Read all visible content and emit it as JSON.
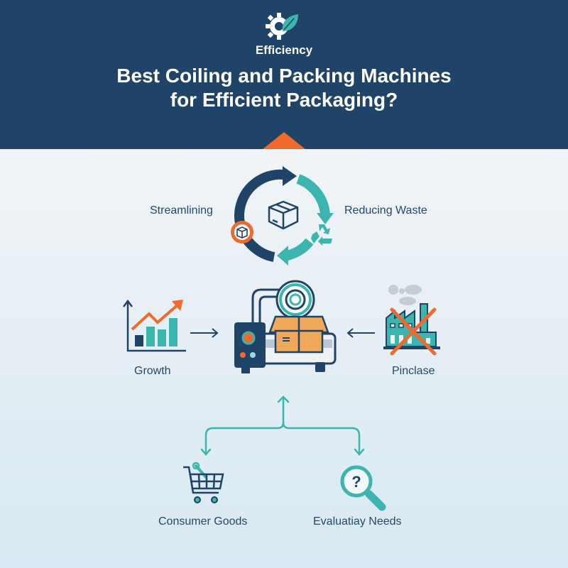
{
  "header": {
    "tag": "Efficiency",
    "title_line1": "Best Coiling and Packing Machines",
    "title_line2": "for Efficient Packaging?"
  },
  "cycle": {
    "left_label": "Streamlining",
    "right_label": "Reducing Waste"
  },
  "middle": {
    "left_label": "Growth",
    "right_label": "Pinclase"
  },
  "bottom": {
    "left_label": "Consumer Goods",
    "right_label": "Evaluatiay Needs"
  },
  "colors": {
    "navy": "#1f4468",
    "teal": "#3bb5ad",
    "orange": "#ef6a2c",
    "box_tan": "#f0a95a"
  },
  "icons": [
    "gear-leaf-icon",
    "cycle-arrows-icon",
    "box-icon",
    "recycle-icon",
    "growth-chart-icon",
    "packing-machine-icon",
    "factory-crossed-icon",
    "shopping-cart-icon",
    "magnifier-question-icon"
  ]
}
